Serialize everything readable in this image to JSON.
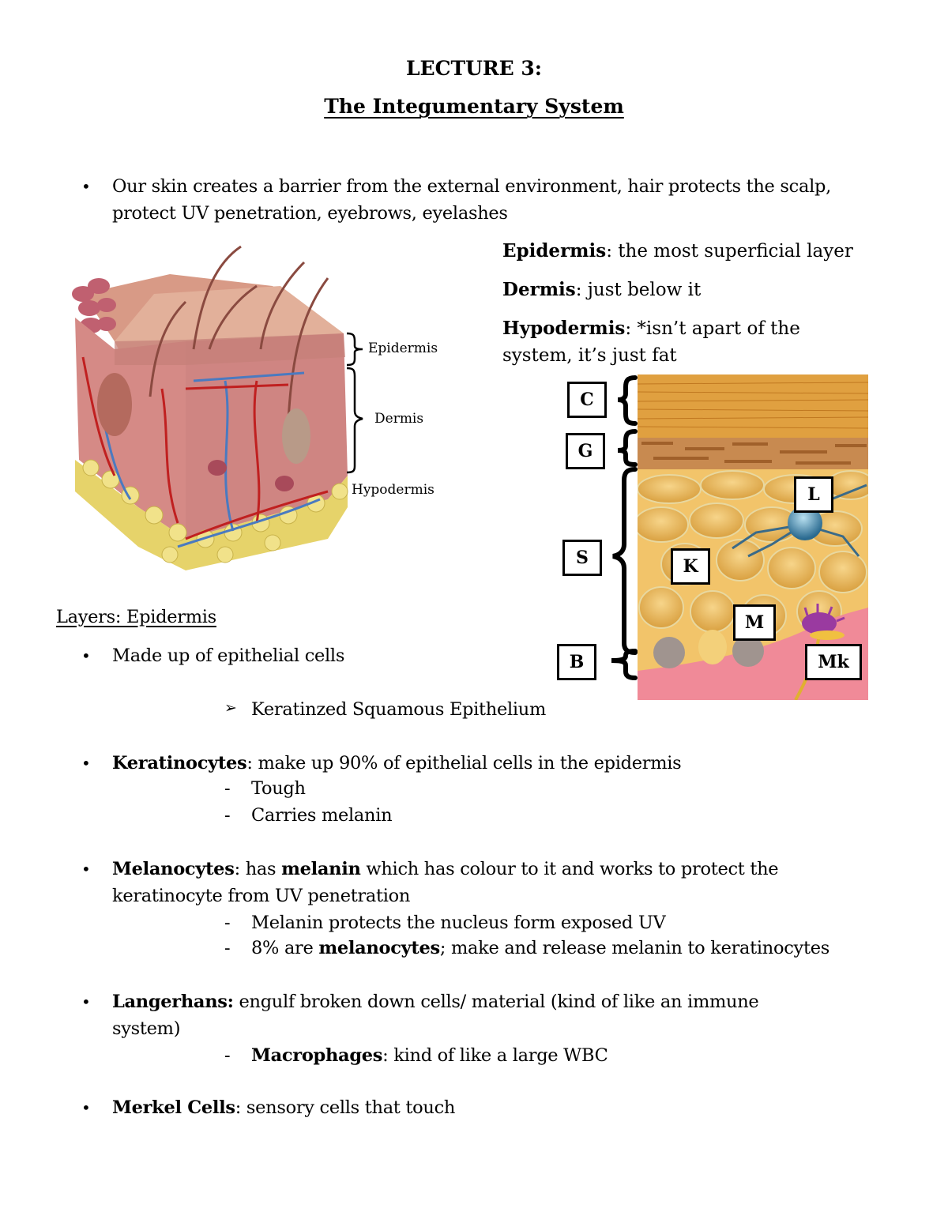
{
  "header": {
    "lecture": "LECTURE 3:",
    "title": "The Integumentary System"
  },
  "intro": {
    "line1": "Our skin creates a barrier from the external environment, hair protects the scalp,",
    "line2": "protect UV penetration, eyebrows, eyelashes"
  },
  "layers_summary": [
    {
      "term": "Epidermis",
      "desc": ": the most superficial layer"
    },
    {
      "term": "Dermis",
      "desc": ": just below it"
    },
    {
      "term": "Hypodermis",
      "desc": ": *isn’t apart of the",
      "desc2": "system, it’s just fat"
    }
  ],
  "skin_diagram": {
    "labels": [
      "Epidermis",
      "Dermis",
      "Hypodermis"
    ]
  },
  "epidermis_diagram": {
    "labels": [
      "C",
      "G",
      "S",
      "B",
      "L",
      "K",
      "M",
      "Mk"
    ]
  },
  "section": {
    "heading": "Layers: Epidermis",
    "made_up": "Made up of epithelial cells",
    "arrow_item": "Keratinzed Squamous Epithelium"
  },
  "keratinocytes": {
    "term": "Keratinocytes",
    "desc": ": make up 90% of epithelial cells in the epidermis",
    "subs": [
      "Tough",
      "Carries melanin"
    ]
  },
  "melanocytes": {
    "term": "Melanocytes",
    "desc_a": ": has ",
    "bold_mid": "melanin",
    "desc_b": " which has colour to it and works to protect the",
    "line2": "keratinocyte from UV penetration",
    "sub1": "Melanin protects the nucleus form exposed UV",
    "sub2_a": "8% are ",
    "sub2_bold": "melanocytes",
    "sub2_b": "; make and release melanin to keratinocytes"
  },
  "langerhans": {
    "term": "Langerhans:",
    "desc": " engulf broken down cells/ material (kind of like an immune",
    "line2": "system)",
    "sub_term": "Macrophages",
    "sub_desc": ": kind of like a large WBC"
  },
  "merkel": {
    "term": "Merkel Cells",
    "desc": ": sensory cells that touch"
  },
  "glyphs": {
    "bullet": "•",
    "dash": "-",
    "arrow": "➢"
  }
}
